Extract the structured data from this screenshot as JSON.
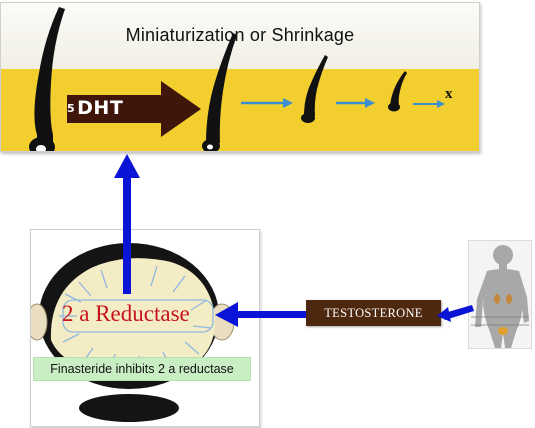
{
  "top_panel": {
    "title": "Miniaturization or Shrinkage",
    "dht_prefix": "5",
    "dht_label": "DHT",
    "end_label": "x"
  },
  "scalp": {
    "enzyme_label": "2 a Reductase",
    "inhibitor_note": "Finasteride inhibits 2 a reductase"
  },
  "hormone": {
    "label": "TESTOSTERONE"
  },
  "colors": {
    "band_yellow": "#f2cf2e",
    "dht_arrow": "#3f1609",
    "flow_arrow": "#0a14d6",
    "small_arrow": "#3b8fd0",
    "enzyme_text": "#c8141e",
    "testosterone_box": "#4d280e",
    "note_green": "#c9eec4",
    "scalp_fill": "#f4ecc4",
    "hair_black": "#111111"
  }
}
